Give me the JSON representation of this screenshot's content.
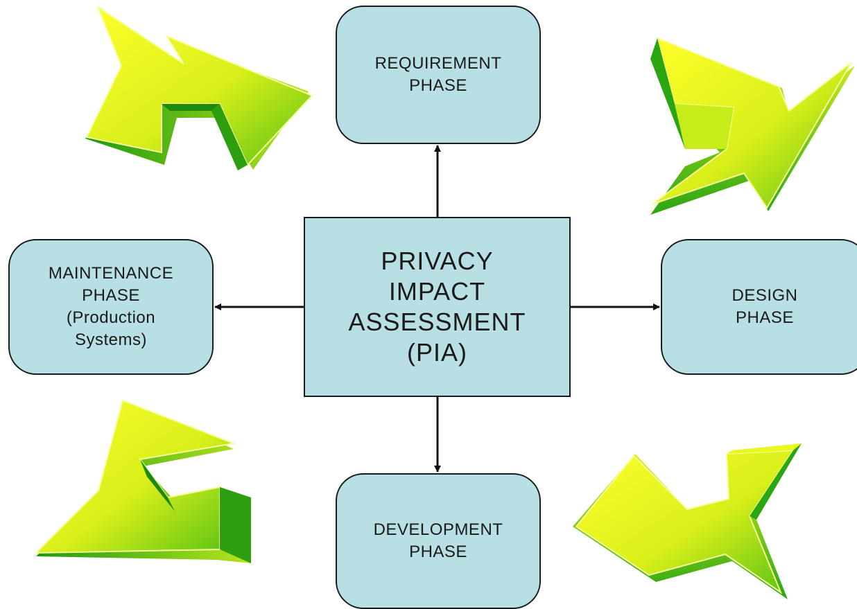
{
  "diagram": {
    "center": {
      "label": "PRIVACY\nIMPACT\nASSESSMENT\n(PIA)"
    },
    "phases": {
      "requirement": "REQUIREMENT\nPHASE",
      "design": "DESIGN\nPHASE",
      "development": "DEVELOPMENT\nPHASE",
      "maintenance": "MAINTENANCE\nPHASE\n(Production\nSystems)"
    },
    "colors": {
      "box_fill": "#b8dfe3",
      "box_border": "#1b1b1b",
      "arrow": "#111111",
      "deco_light": "#ffff2a",
      "deco_dark": "#1e9a10"
    },
    "decorations": [
      {
        "position": "top-left",
        "icon": "green-yellow-zigzag-arrow-icon"
      },
      {
        "position": "top-right",
        "icon": "green-yellow-zigzag-arrow-icon"
      },
      {
        "position": "bottom-left",
        "icon": "green-yellow-zigzag-arrow-icon"
      },
      {
        "position": "bottom-right",
        "icon": "green-yellow-zigzag-arrow-icon"
      }
    ]
  }
}
